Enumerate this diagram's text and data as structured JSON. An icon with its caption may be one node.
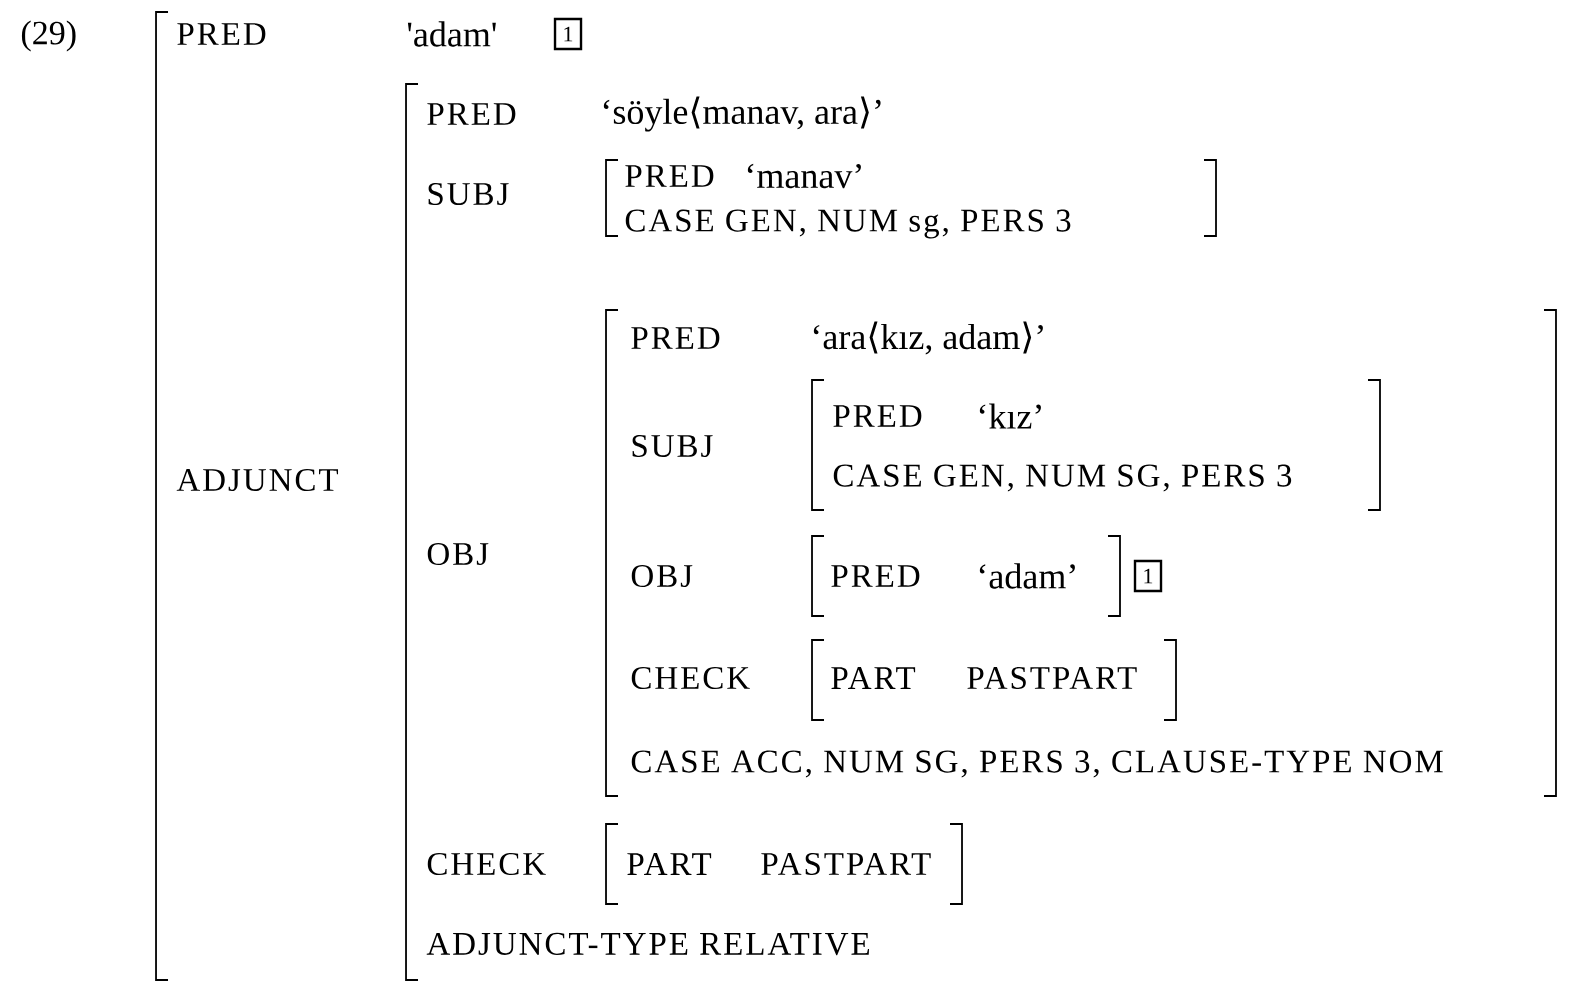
{
  "diagram": {
    "nodes": [
      {
        "text": [
          "PRED",
          "'adam'",
          "ADJUNCT"
        ]
      },
      {
        "text": [
          "1"
        ],
        "in": 0
      },
      {
        "text": [
          "PRED",
          "‘söyle⟨manav, ara⟩’",
          "SUBJ",
          "OBJ",
          "CHECK",
          "ADJUNCT-TYPE RELATIVE"
        ],
        "in": 0
      },
      {
        "text": [
          "PRED",
          "‘manav’",
          "CASE GEN, NUM sg, PERS 3"
        ],
        "in": 2
      },
      {
        "text": [
          "PRED",
          "‘ara⟨kız, adam⟩’",
          "SUBJ",
          "OBJ",
          "CHECK",
          "CASE ACC, NUM SG, PERS 3, CLAUSE-TYPE NOM"
        ],
        "in": 2
      },
      {
        "text": [
          "PRED",
          "‘kız’",
          "CASE GEN, NUM SG, PERS 3"
        ],
        "in": 4
      },
      {
        "text": [
          "PRED",
          "‘adam’"
        ],
        "in": 4
      },
      {
        "text": [
          "1"
        ],
        "in": 4
      },
      {
        "text": [
          "PART",
          "PASTPART"
        ],
        "in": 4
      },
      {
        "text": [
          "PART",
          "PASTPART"
        ],
        "in": 2
      }
    ],
    "labels": [
      "(29)"
    ]
  }
}
